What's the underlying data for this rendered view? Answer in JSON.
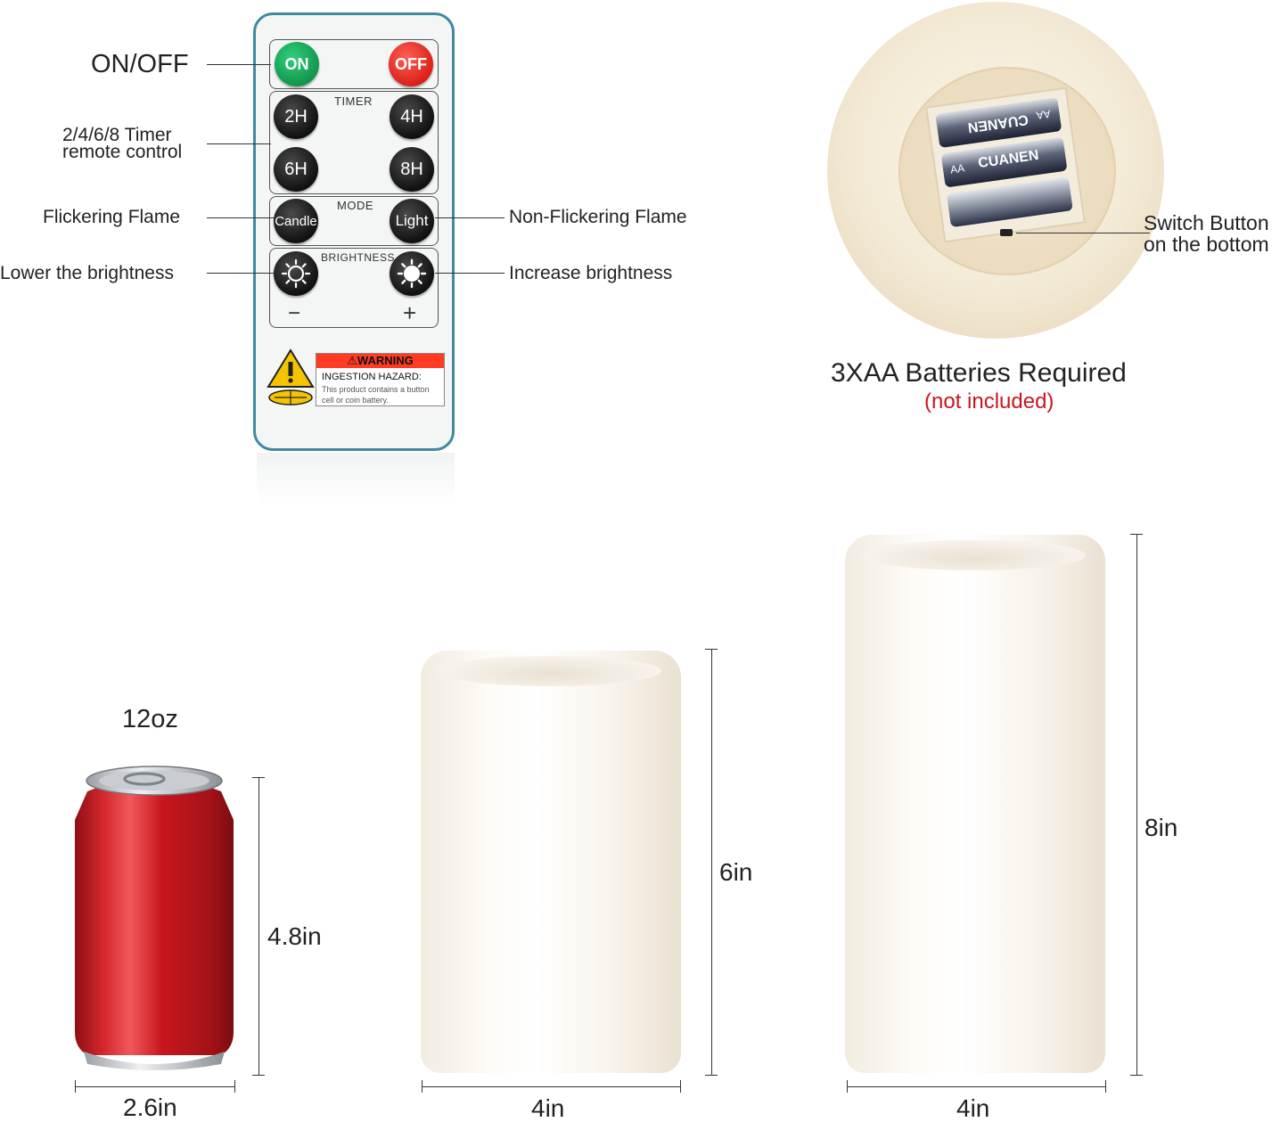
{
  "remote": {
    "labels": {
      "on_off": "ON/OFF",
      "timer_line1": "2/4/6/8 Timer",
      "timer_line2": "remote control",
      "flickering": "Flickering Flame",
      "non_flickering": "Non-Flickering Flame",
      "lower": "Lower the brightness",
      "increase": "Increase brightness"
    },
    "buttons": {
      "on": "ON",
      "off": "OFF",
      "timer_title": "TIMER",
      "t2": "2H",
      "t4": "4H",
      "t6": "6H",
      "t8": "8H",
      "mode_title": "MODE",
      "candle": "Candle",
      "light": "Light",
      "brightness_title": "BRIGHTNESS",
      "minus": "−",
      "plus": "+"
    },
    "warning": {
      "head": "⚠WARNING",
      "line1": "INGESTION HAZARD:",
      "line2": "This product contains a button cell or coin battery."
    }
  },
  "battery": {
    "switch_line1": "Switch Button",
    "switch_line2": "on the bottom",
    "required": "3XAA Batteries Required",
    "not_included": "(not included)",
    "brand": "CUANEN",
    "size": "AA"
  },
  "sizes": {
    "can_label": "12oz",
    "can_height": "4.8in",
    "can_width": "2.6in",
    "candle1_height": "6in",
    "candle1_width": "4in",
    "candle2_height": "8in",
    "candle2_width": "4in"
  },
  "colors": {
    "remote_border": "#3f8aa0",
    "on_green": "#12924a",
    "off_red": "#d81d14",
    "not_included": "#c8161d",
    "can_red": "#c8161d"
  }
}
